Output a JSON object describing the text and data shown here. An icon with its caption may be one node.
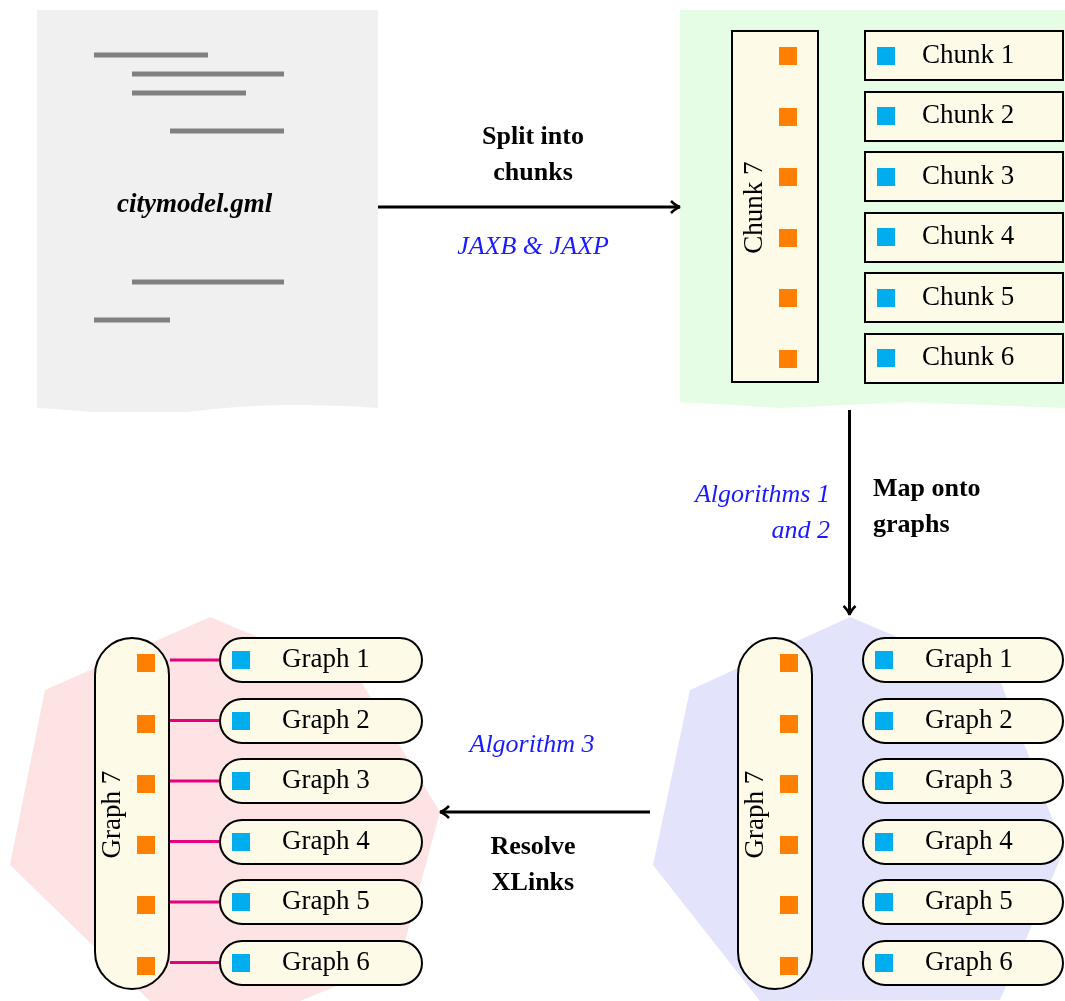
{
  "diagram": {
    "nodes": [
      {
        "text": [
          "citymodel.gml"
        ]
      },
      {
        "text": [],
        "shape": "box"
      },
      {
        "text": [
          "Chunk 7"
        ],
        "in": 1
      },
      {
        "text": [
          "Chunk 1"
        ],
        "in": 1
      },
      {
        "text": [
          "Chunk 2"
        ],
        "in": 1
      },
      {
        "text": [
          "Chunk 3"
        ],
        "in": 1
      },
      {
        "text": [
          "Chunk 4"
        ],
        "in": 1
      },
      {
        "text": [
          "Chunk 5"
        ],
        "in": 1
      },
      {
        "text": [
          "Chunk 6"
        ],
        "in": 1
      },
      {
        "text": [],
        "shape": "hexagon"
      },
      {
        "text": [
          "Graph 7"
        ],
        "in": 9
      },
      {
        "text": [
          "Graph 1"
        ],
        "in": 9
      },
      {
        "text": [
          "Graph 2"
        ],
        "in": 9
      },
      {
        "text": [
          "Graph 3"
        ],
        "in": 9
      },
      {
        "text": [
          "Graph 4"
        ],
        "in": 9
      },
      {
        "text": [
          "Graph 5"
        ],
        "in": 9
      },
      {
        "text": [
          "Graph 6"
        ],
        "in": 9
      },
      {
        "text": [],
        "shape": "hexagon"
      },
      {
        "text": [
          "Graph 7"
        ],
        "in": 17
      },
      {
        "text": [
          "Graph 1"
        ],
        "in": 17
      },
      {
        "text": [
          "Graph 2"
        ],
        "in": 17
      },
      {
        "text": [
          "Graph 3"
        ],
        "in": 17
      },
      {
        "text": [
          "Graph 4"
        ],
        "in": 17
      },
      {
        "text": [
          "Graph 5"
        ],
        "in": 17
      },
      {
        "text": [
          "Graph 6"
        ],
        "in": 17
      }
    ],
    "edges": [
      {
        "from": 0,
        "to": 1,
        "arrow": "to",
        "label": "Split into chunks",
        "color": "#000000"
      },
      {
        "from": 1,
        "to": 17,
        "arrow": "to",
        "label": "Map onto graphs",
        "color": "#000000"
      },
      {
        "from": 17,
        "to": 9,
        "arrow": "to",
        "label": "Resolve XLinks",
        "color": "#000000"
      },
      {
        "from": 10,
        "to": 11,
        "arrow": "none",
        "color": "#e6007e"
      },
      {
        "from": 10,
        "to": 12,
        "arrow": "none",
        "color": "#e6007e"
      },
      {
        "from": 10,
        "to": 13,
        "arrow": "none",
        "color": "#e6007e"
      },
      {
        "from": 10,
        "to": 14,
        "arrow": "none",
        "color": "#e6007e"
      },
      {
        "from": 10,
        "to": 15,
        "arrow": "none",
        "color": "#e6007e"
      },
      {
        "from": 10,
        "to": 16,
        "arrow": "none",
        "color": "#e6007e"
      }
    ],
    "labels": [
      "JAXB & JAXP",
      "Algorithms 1 and 2",
      "Algorithm 3"
    ]
  }
}
